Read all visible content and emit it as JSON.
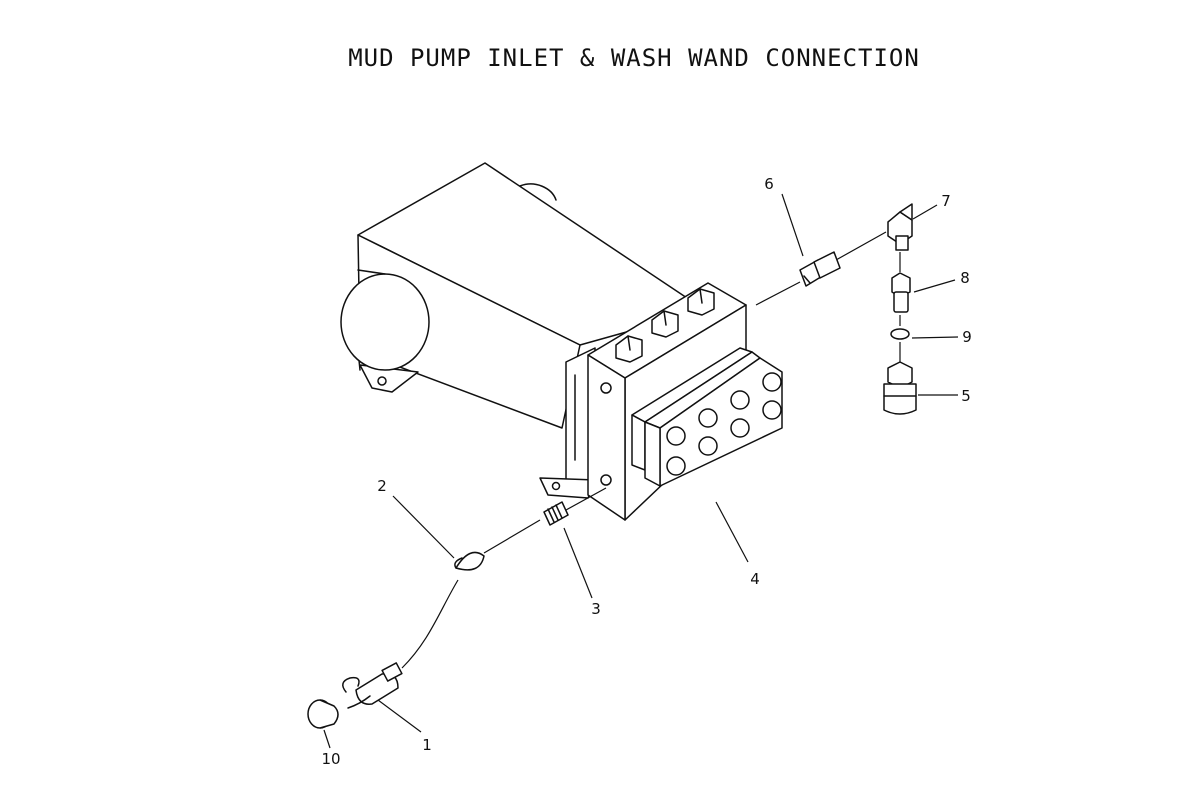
{
  "title": "MUD PUMP INLET & WASH WAND CONNECTION",
  "callouts": {
    "c1": "1",
    "c2": "2",
    "c3": "3",
    "c4": "4",
    "c5": "5",
    "c6": "6",
    "c7": "7",
    "c8": "8",
    "c9": "9",
    "c10": "10"
  }
}
